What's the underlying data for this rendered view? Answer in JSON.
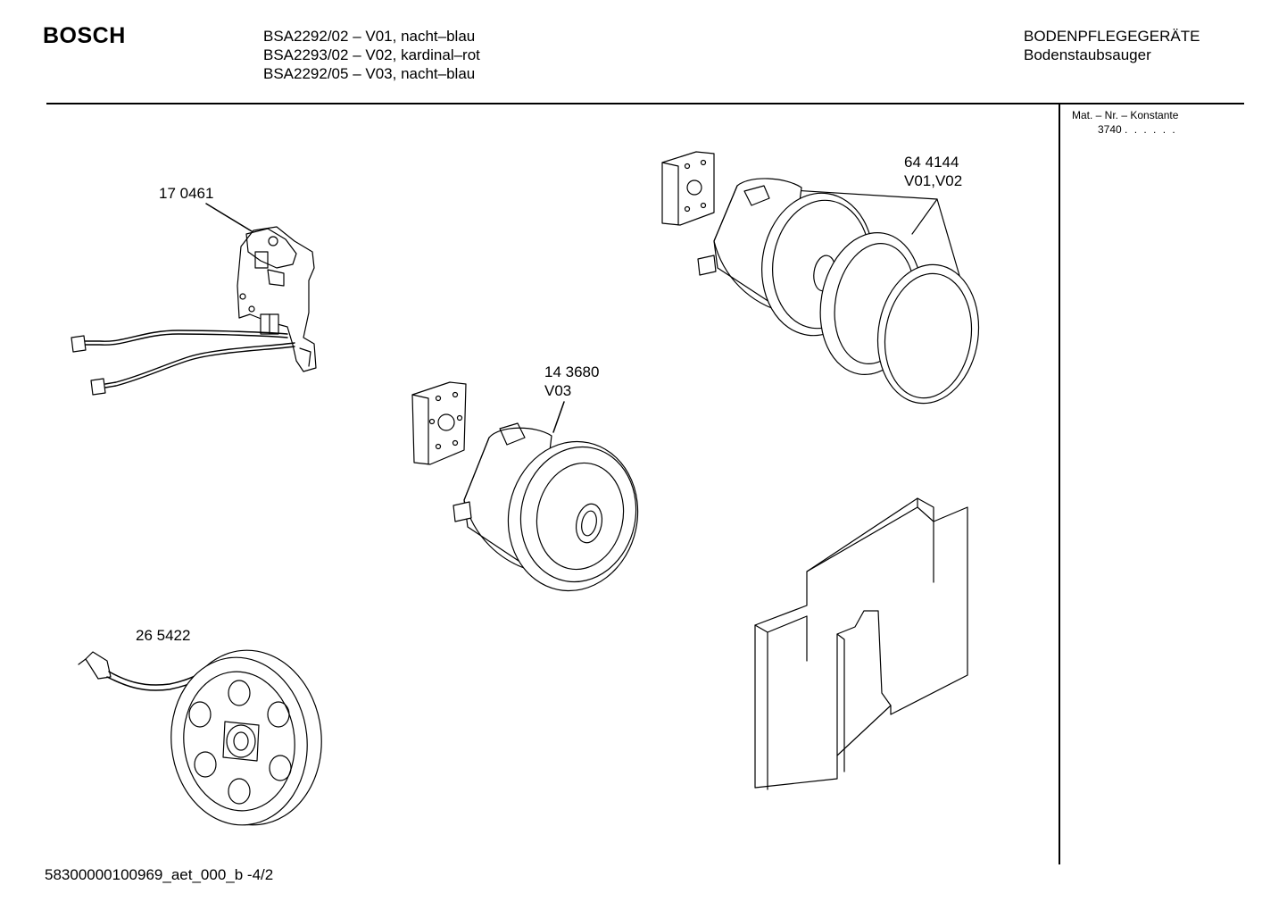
{
  "header": {
    "brand": "BOSCH",
    "models": [
      "BSA2292/02 – V01, nacht–blau",
      "BSA2293/02 – V02, kardinal–rot",
      "BSA2292/05 – V03, nacht–blau"
    ],
    "category": "BODENPFLEGEGERÄTE",
    "subcategory": "Bodenstaubsauger"
  },
  "sidebar": {
    "mat_label": "Mat. – Nr. – Konstante",
    "mat_value": "3740",
    "mat_dots": ". .   . . . ."
  },
  "parts": [
    {
      "number": "17 0461",
      "variant": ""
    },
    {
      "number": "14 3680",
      "variant": "V03"
    },
    {
      "number": "64 4144",
      "variant": "V01,V02"
    },
    {
      "number": "26 5422",
      "variant": ""
    }
  ],
  "footer": {
    "doc_id": "58300000100969_aet_000_b -4/2"
  }
}
